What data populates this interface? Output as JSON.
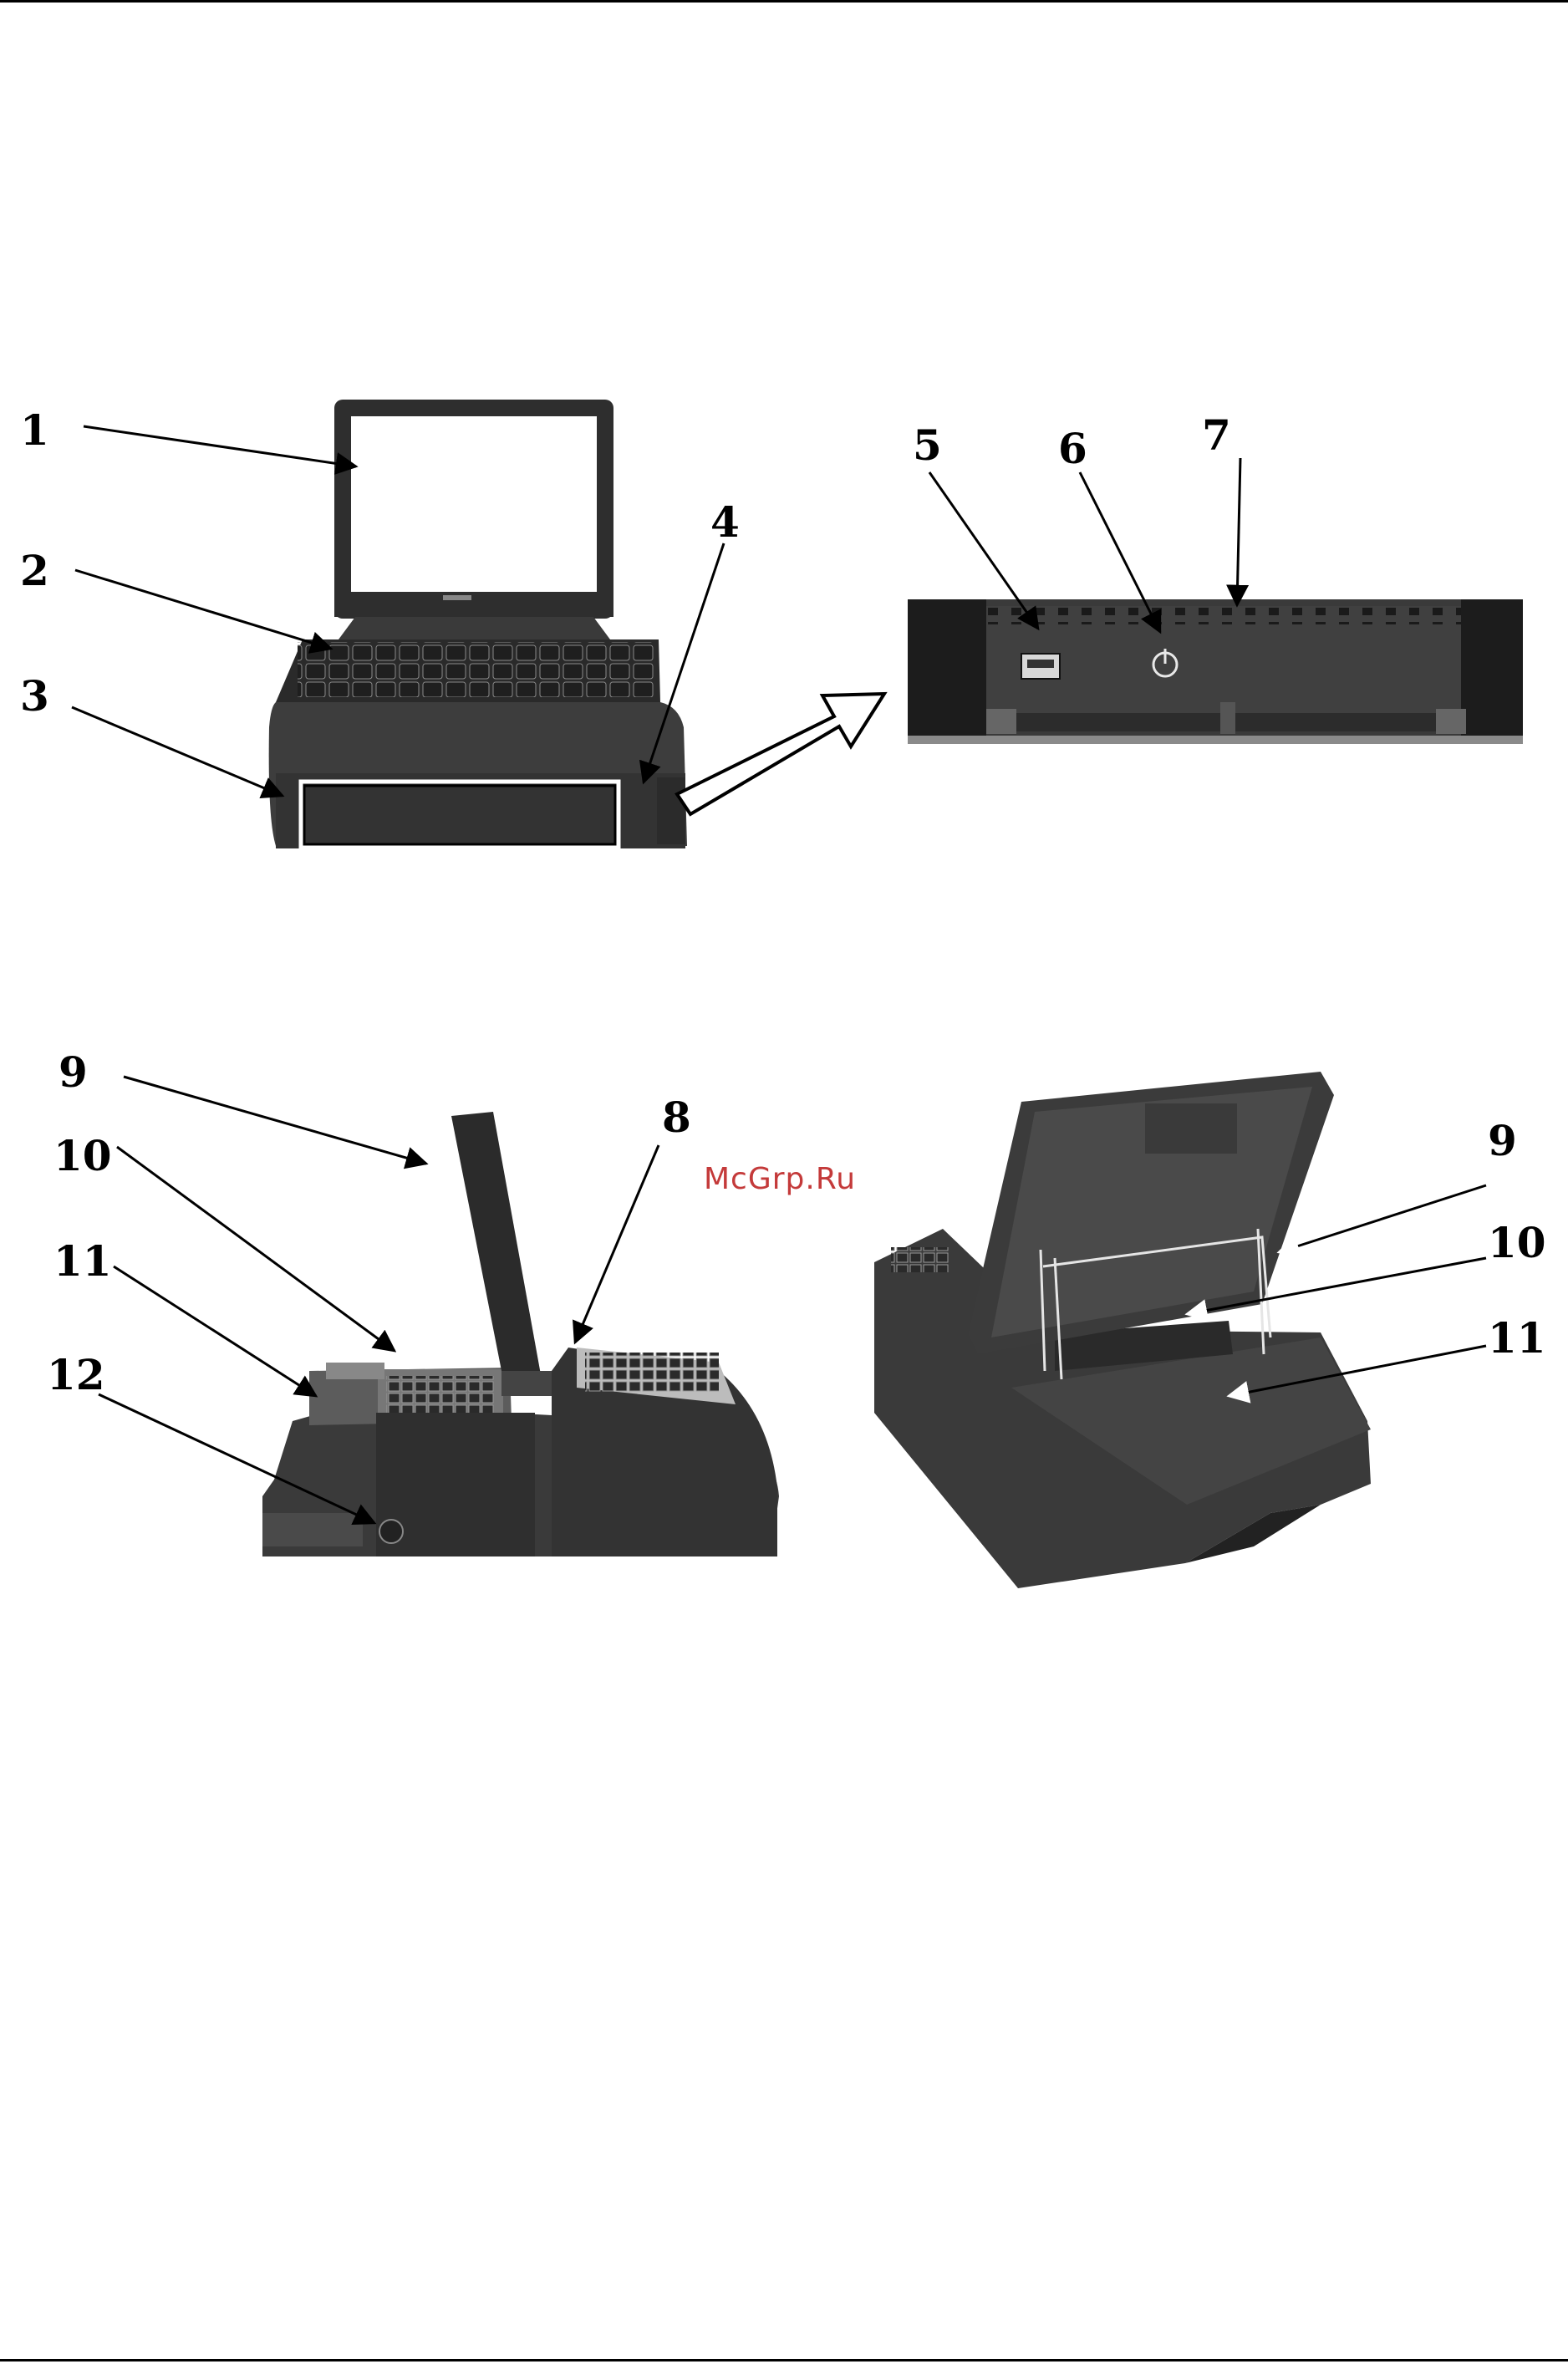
{
  "watermark": "McGrp.Ru",
  "figures": {
    "front_view": {
      "callouts": [
        "1",
        "2",
        "3",
        "4"
      ]
    },
    "port_panel": {
      "callouts": [
        "5",
        "6",
        "7"
      ]
    },
    "side_view": {
      "callouts": [
        "9",
        "10",
        "11",
        "12",
        "8"
      ]
    },
    "rear_view": {
      "callouts": [
        "9",
        "10",
        "11"
      ]
    }
  },
  "colors": {
    "ink": "#000000",
    "device": "#3d3d3d",
    "watermark": "#c43a3a"
  }
}
